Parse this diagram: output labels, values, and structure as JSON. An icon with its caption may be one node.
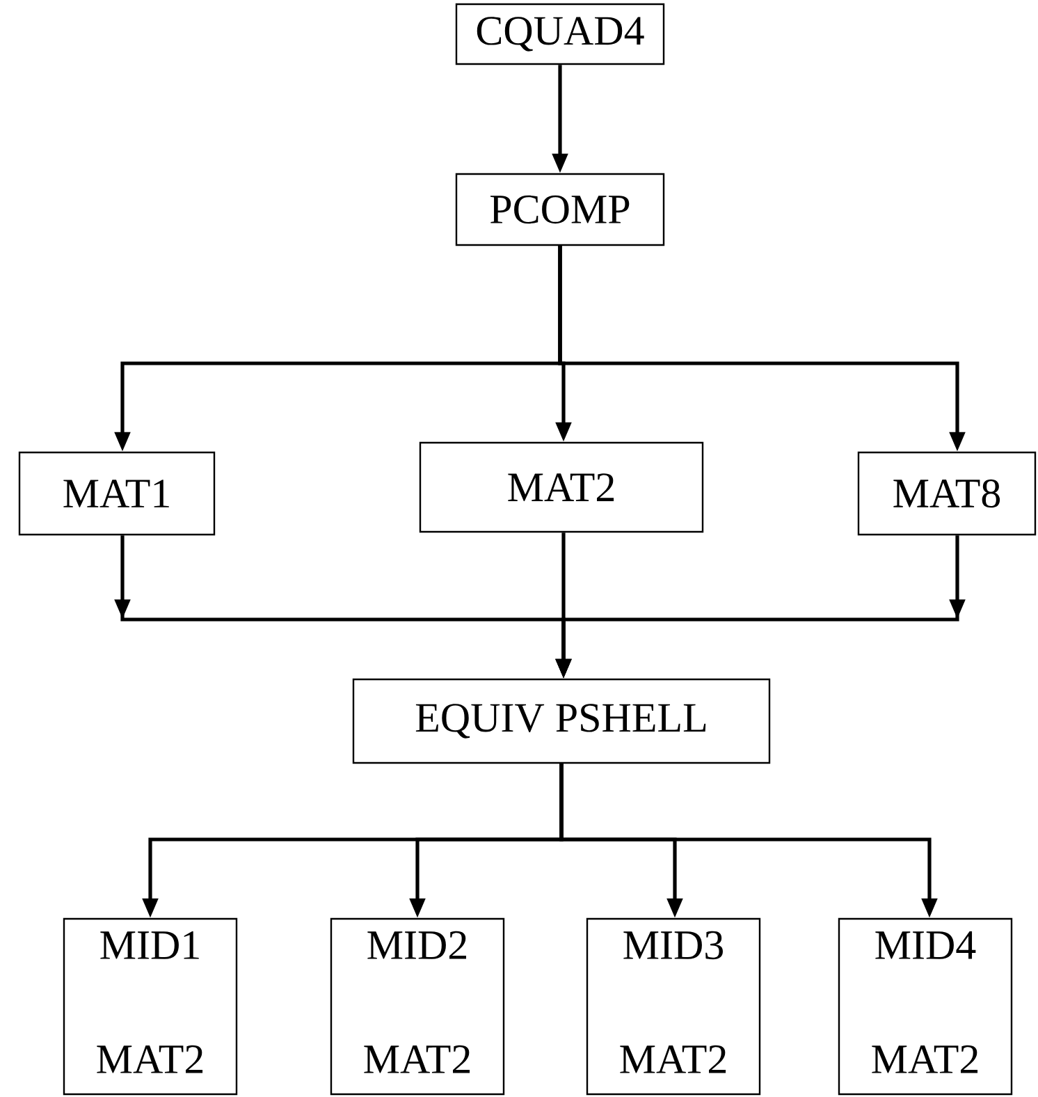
{
  "diagram": {
    "nodes": [
      {
        "text": [
          "CQUAD4"
        ]
      },
      {
        "text": [
          "PCOMP"
        ]
      },
      {
        "text": [
          "MAT1"
        ]
      },
      {
        "text": [
          "MAT2"
        ]
      },
      {
        "text": [
          "MAT8"
        ]
      },
      {
        "text": [
          "EQUIV PSHELL"
        ]
      },
      {
        "text": [
          "MID1",
          "MAT2"
        ]
      },
      {
        "text": [
          "MID2",
          "MAT2"
        ]
      },
      {
        "text": [
          "MID3",
          "MAT2"
        ]
      },
      {
        "text": [
          "MID4",
          "MAT2"
        ]
      }
    ],
    "edges": [
      {
        "from": 0,
        "to": 1,
        "arrow": "to"
      },
      {
        "from": 1,
        "to": 2,
        "arrow": "to"
      },
      {
        "from": 1,
        "to": 3,
        "arrow": "to"
      },
      {
        "from": 1,
        "to": 4,
        "arrow": "to"
      },
      {
        "from": 2,
        "to": 5,
        "arrow": "to"
      },
      {
        "from": 3,
        "to": 5,
        "arrow": "to"
      },
      {
        "from": 4,
        "to": 5,
        "arrow": "to"
      },
      {
        "from": 5,
        "to": 6,
        "arrow": "to"
      },
      {
        "from": 5,
        "to": 7,
        "arrow": "to"
      },
      {
        "from": 5,
        "to": 8,
        "arrow": "to"
      },
      {
        "from": 5,
        "to": 9,
        "arrow": "to"
      }
    ]
  }
}
